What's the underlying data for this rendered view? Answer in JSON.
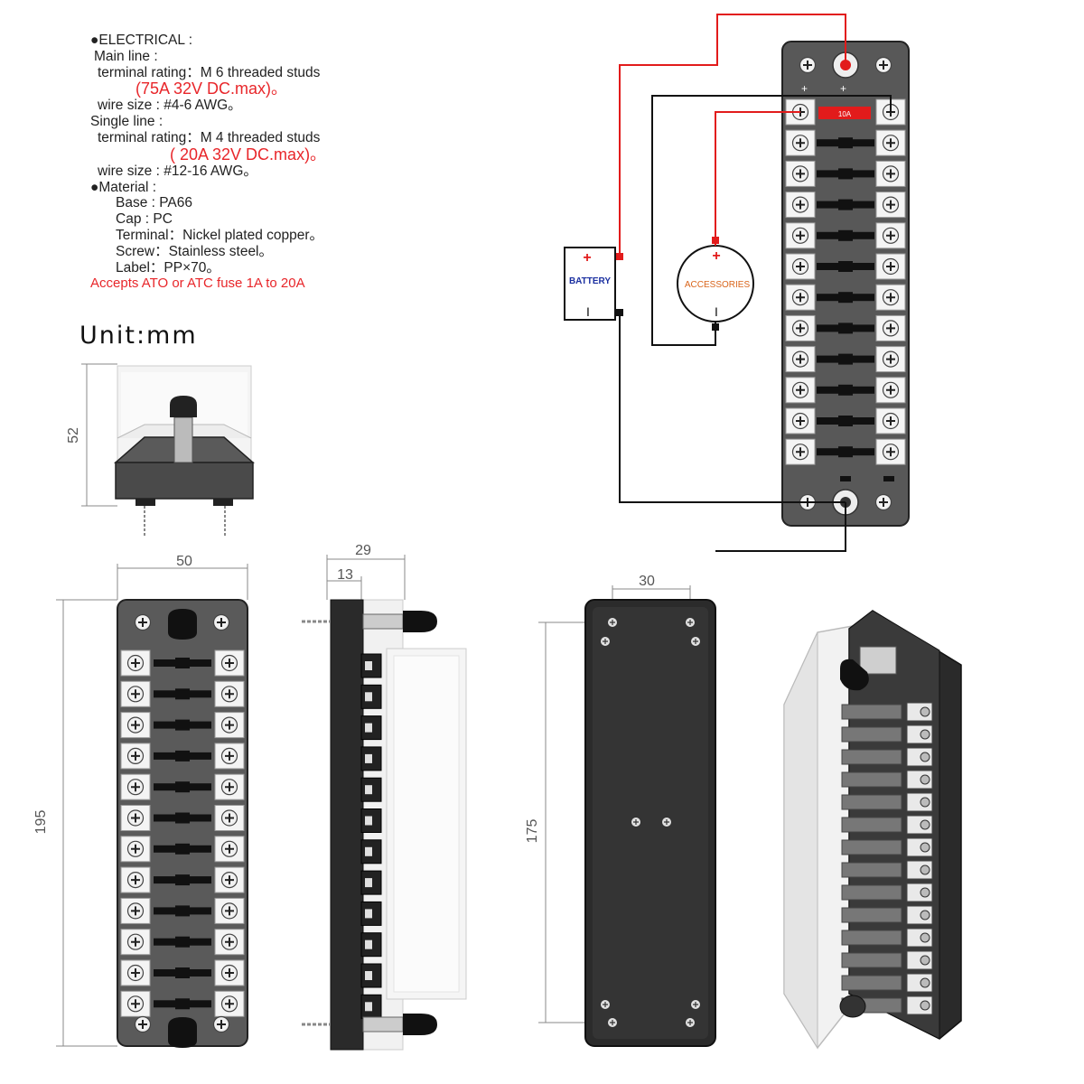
{
  "specs": {
    "electrical": "●ELECTRICAL :",
    "main_line": "Main line :",
    "main_rating": "terminal rating：M 6 threaded studs",
    "main_max": "(75A 32V DC.max)。",
    "main_wire": "wire size : #4-6 AWG。",
    "single_line": "Single line :",
    "single_rating": "terminal rating：M 4 threaded studs",
    "single_max": "( 20A 32V DC.max)。",
    "single_wire": "wire size : #12-16 AWG。",
    "material": "●Material :",
    "base": "Base : PA66",
    "cap": "Cap : PC",
    "terminal": "Terminal：Nickel plated copper。",
    "screw": "Screw：Stainless steel。",
    "label": "Label：PP×70。",
    "fuse": "Accepts ATO or ATC fuse   1A to 20A"
  },
  "unit": "Unit:mm",
  "wiring": {
    "battery": "BATTERY",
    "accessories": "ACCESSORIES",
    "fuse_label": "10A",
    "plus": "+",
    "minus": "I",
    "colors": {
      "positive_wire": "#e21b1b",
      "negative_wire": "#111111"
    }
  },
  "dimensions": {
    "height": "52",
    "width": "50",
    "length": "195",
    "side_total": "29",
    "side_base": "13",
    "hole_spacing": "30",
    "hole_length": "175"
  }
}
